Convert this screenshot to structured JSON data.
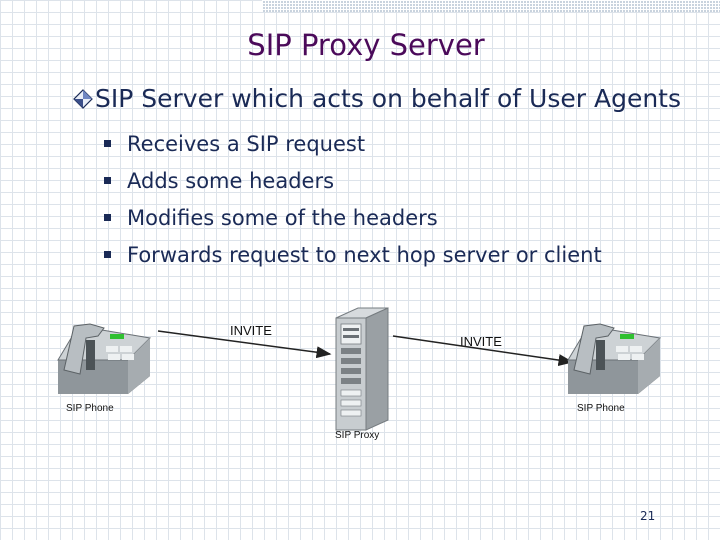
{
  "slide": {
    "title": "SIP Proxy Server",
    "main_bullet": "SIP Server which acts on behalf of User Agents",
    "sub_bullets": [
      "Receives a SIP request",
      "Adds some headers",
      "Modifies some of the headers",
      "Forwards request to next hop server or client"
    ],
    "page_number": "21"
  },
  "diagram": {
    "left_phone_label": "SIP Phone",
    "proxy_label": "SIP Proxy",
    "right_phone_label": "SIP Phone",
    "arrow_left_label": "INVITE",
    "arrow_right_label": "INVITE"
  },
  "colors": {
    "title": "#4b0a5a",
    "text": "#1a2a56",
    "phone_body": "#c4c9cc",
    "phone_screen": "#30c030"
  }
}
